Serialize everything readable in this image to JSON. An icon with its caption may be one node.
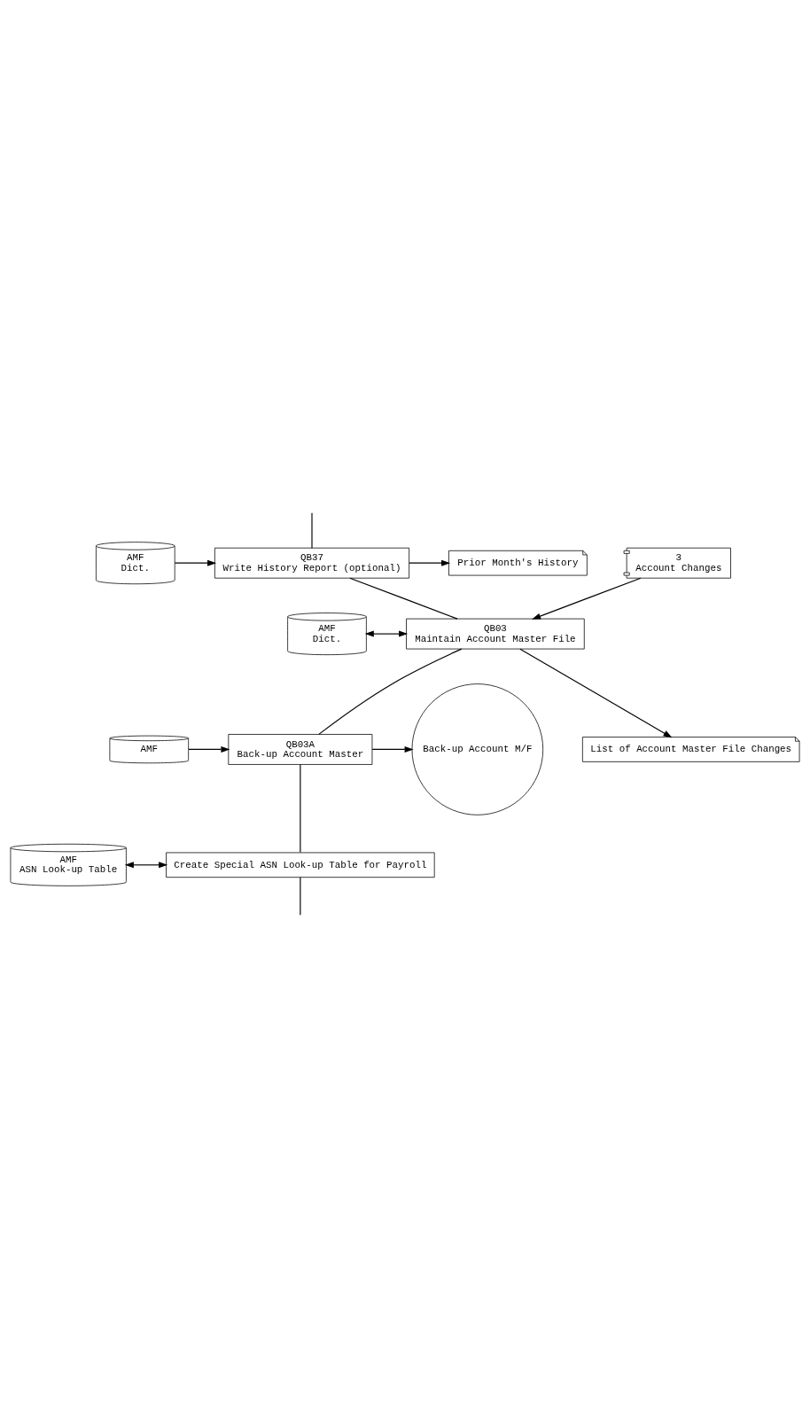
{
  "diagram": {
    "nodes": [
      {
        "text": [
          "AMF",
          "Dict."
        ]
      },
      {
        "text": [
          "QB37",
          "Write History Report (optional)"
        ]
      },
      {
        "text": [
          "Prior Month's History"
        ]
      },
      {
        "text": [
          "3",
          "Account Changes"
        ]
      },
      {
        "text": [
          "AMF",
          "Dict."
        ]
      },
      {
        "text": [
          "QB03",
          "Maintain Account Master File"
        ]
      },
      {
        "text": [
          "List of Account Master File Changes"
        ]
      },
      {
        "text": [
          "AMF"
        ]
      },
      {
        "text": [
          "QB03A",
          "Back-up Account Master"
        ]
      },
      {
        "text": [
          "Back-up Account M/F"
        ]
      },
      {
        "text": [
          "AMF",
          "ASN Look-up Table"
        ]
      },
      {
        "text": [
          "Create Special ASN Look-up Table for Payroll"
        ]
      }
    ],
    "edges": [
      {
        "from": null,
        "to": 1,
        "arrow": "none"
      },
      {
        "from": 0,
        "to": 1,
        "arrow": "to"
      },
      {
        "from": 1,
        "to": 2,
        "arrow": "to"
      },
      {
        "from": 1,
        "to": 5,
        "arrow": "none"
      },
      {
        "from": 3,
        "to": 5,
        "arrow": "to"
      },
      {
        "from": 4,
        "to": 5,
        "arrow": "both"
      },
      {
        "from": 5,
        "to": 6,
        "arrow": "to"
      },
      {
        "from": 5,
        "to": 8,
        "arrow": "none"
      },
      {
        "from": 7,
        "to": 8,
        "arrow": "to"
      },
      {
        "from": 8,
        "to": 9,
        "arrow": "to"
      },
      {
        "from": 8,
        "to": 11,
        "arrow": "none"
      },
      {
        "from": 11,
        "to": null,
        "arrow": "none"
      },
      {
        "from": 10,
        "to": 11,
        "arrow": "both"
      }
    ]
  }
}
